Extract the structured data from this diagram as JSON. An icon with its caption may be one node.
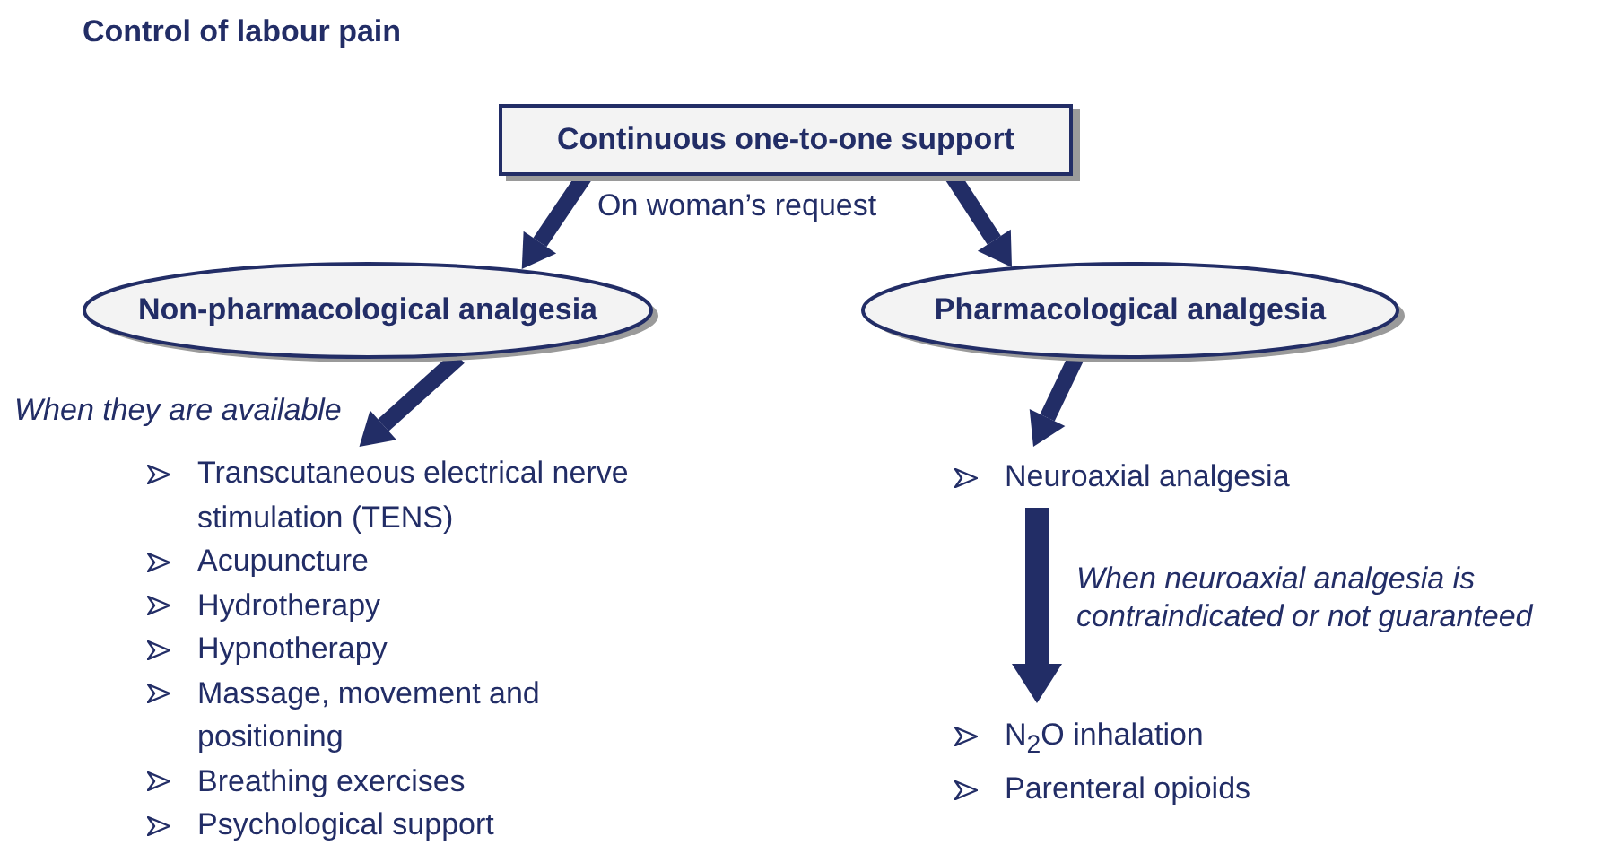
{
  "diagram": {
    "title": "Control of labour pain",
    "nodes": [
      {
        "text": [
          "Continuous one-to-one support"
        ]
      },
      {
        "text": [
          "Non-pharmacological analgesia"
        ]
      },
      {
        "text": [
          "Pharmacological analgesia"
        ]
      },
      {
        "text": [
          "Transcutaneous electrical nerve stimulation (TENS)",
          "Acupuncture",
          "Hydrotherapy",
          "Hypnotherapy",
          "Massage, movement and positioning",
          "Breathing exercises",
          "Psychological support"
        ]
      },
      {
        "text": [
          "Neuroaxial analgesia"
        ]
      },
      {
        "text": [
          "N$_{2}$O inhalation",
          "Parenteral opioids"
        ]
      }
    ],
    "edges": [
      {
        "from": 0,
        "to": 1,
        "arrow": "to"
      },
      {
        "from": 0,
        "to": 2,
        "arrow": "to"
      },
      {
        "from": 1,
        "to": 3,
        "arrow": "to"
      },
      {
        "from": 2,
        "to": 4,
        "arrow": "to"
      },
      {
        "from": 4,
        "to": 5,
        "arrow": "to",
        "label": "When neuroaxial analgesia is contraindicated or not guaranteed"
      }
    ],
    "labels": [
      "On woman’s request",
      "When they are available"
    ]
  }
}
